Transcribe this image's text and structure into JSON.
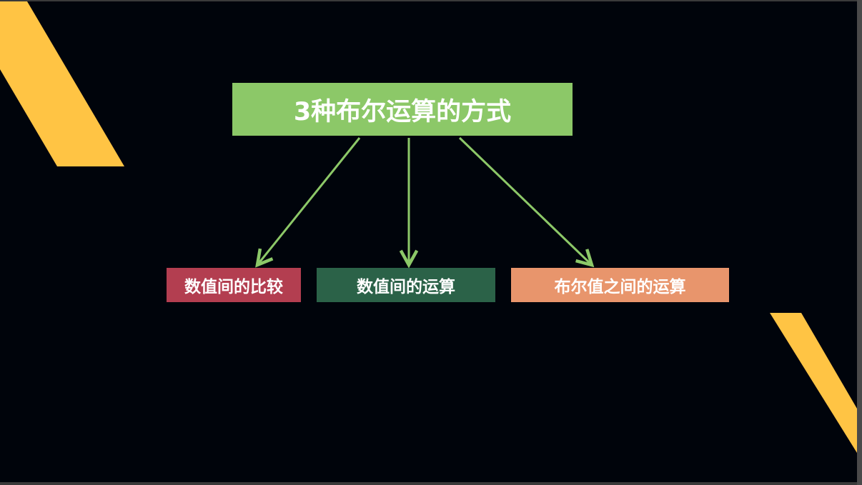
{
  "diagram": {
    "title": "3种布尔运算的方式",
    "children": [
      "数值间的比较",
      "数值间的运算",
      "布尔值之间的运算"
    ]
  },
  "colors": {
    "background": "#00040b",
    "title_box": "#8cc868",
    "arrow": "#8cc868",
    "child_1": "#b33e50",
    "child_2": "#2b6248",
    "child_3": "#e8956c",
    "accent_stripe": "#ffc444"
  }
}
